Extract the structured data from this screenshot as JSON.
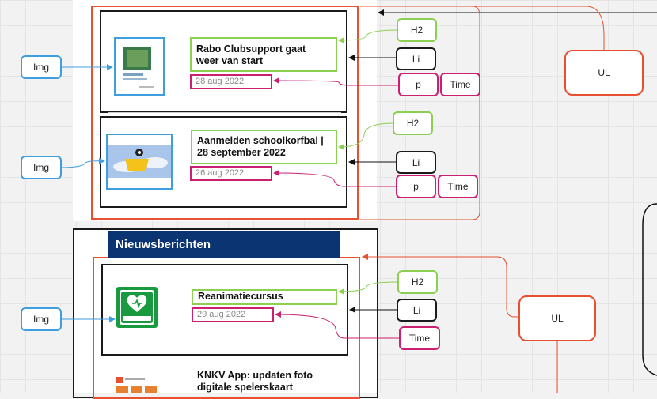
{
  "page": {
    "header": "Nieuwsberichten"
  },
  "articles": [
    {
      "title": "Rabo Clubsupport gaat weer van start",
      "date": "28 aug 2022"
    },
    {
      "title": "Aanmelden schoolkorfbal | 28 september 2022",
      "date": "26 aug 2022"
    },
    {
      "title": "Reanimatiecursus",
      "date": "29 aug 2022"
    },
    {
      "title": "KNKV App: updaten foto digitale spelerskaart"
    }
  ],
  "annotations": {
    "img": "Img",
    "h2": "H2",
    "li": "Li",
    "p": "p",
    "time": "Time",
    "ul": "UL"
  },
  "colors": {
    "img": "#3f9ee0",
    "h2": "#8ccf52",
    "li": "#1a1a1a",
    "p_time": "#cc1f72",
    "ul": "#e8512f",
    "header_bar": "#0b3473"
  }
}
